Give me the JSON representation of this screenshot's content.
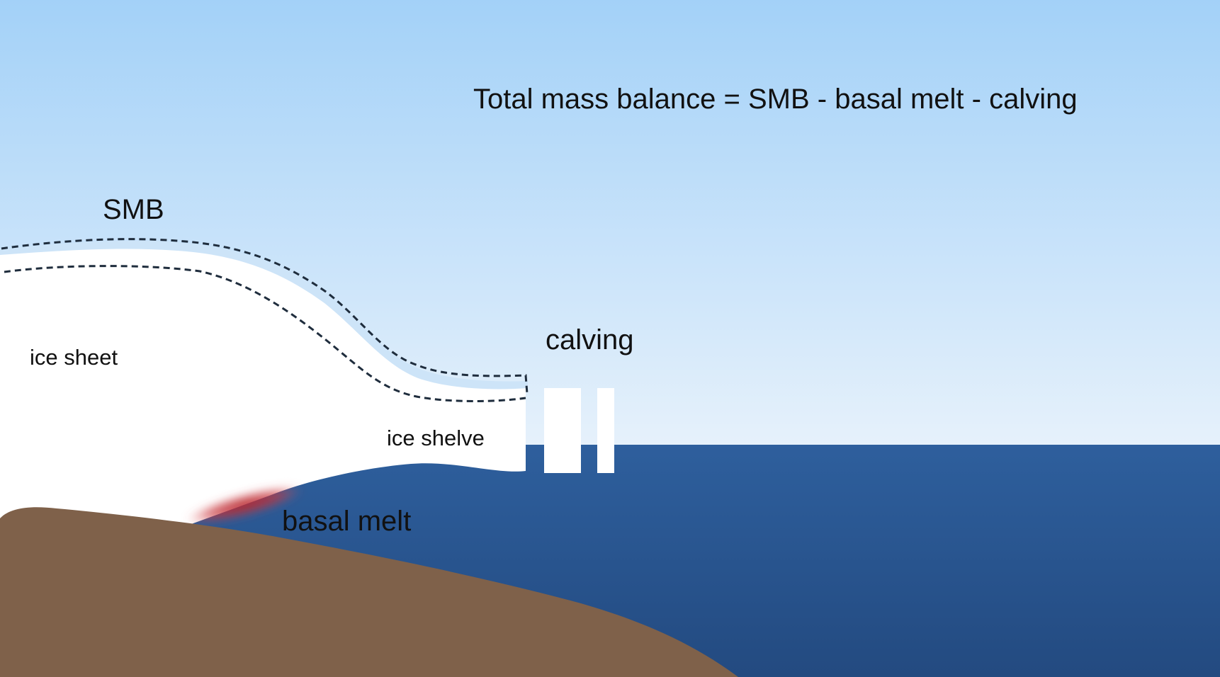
{
  "formula": "Total mass balance = SMB  - basal melt - calving",
  "labels": {
    "smb": "SMB",
    "calving": "calving",
    "basal_melt": "basal melt",
    "ice_sheet": "ice sheet",
    "ice_shelve": "ice shelve"
  },
  "colors": {
    "sky_top": "#a3d1f8",
    "sky_bottom": "#e6f1fb",
    "ocean_top": "#2e5f9d",
    "ocean_bottom": "#234a80",
    "bedrock": "#7f614a",
    "ice": "#ffffff",
    "melt": "#c7343a",
    "dashed_line": "#1f2d3d"
  }
}
